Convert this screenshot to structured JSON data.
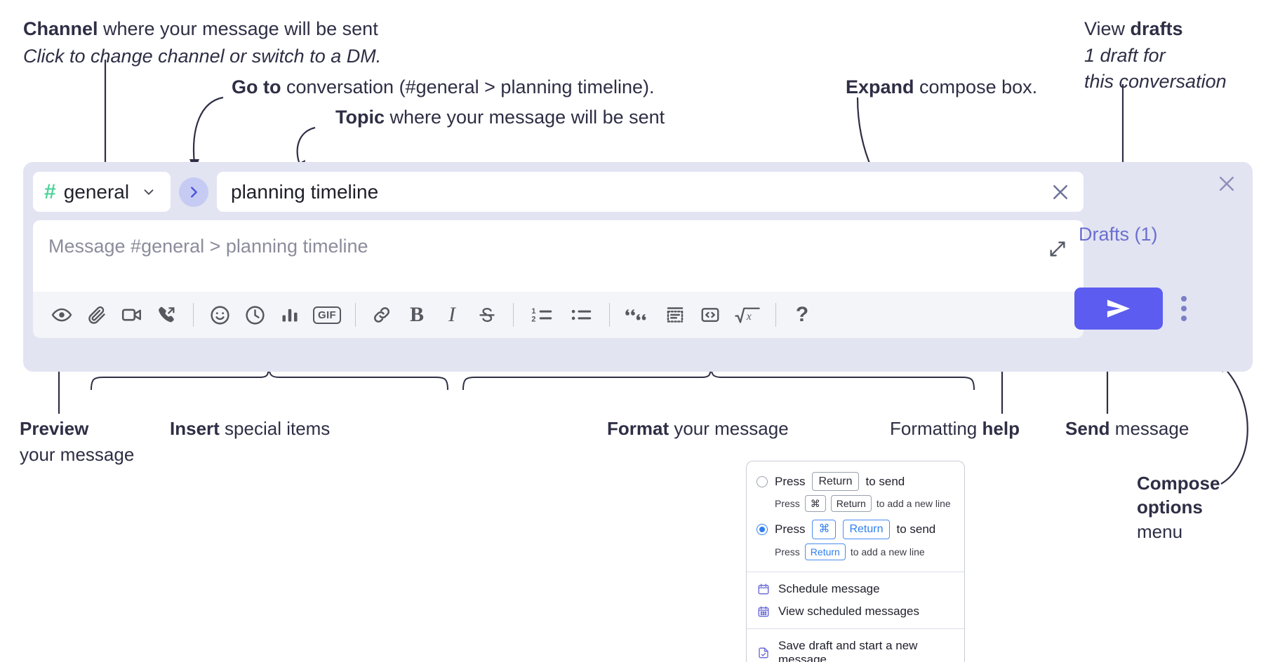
{
  "annotations": {
    "channel": {
      "bold": "Channel",
      "rest": " where your message will be sent",
      "italic": "Click to change channel or switch to a DM."
    },
    "goto": {
      "bold": "Go to",
      "rest": " conversation (#general > planning timeline)."
    },
    "topic": {
      "bold": "Topic",
      "rest": " where your message will be sent"
    },
    "expand": {
      "bold": "Expand",
      "rest": " compose box."
    },
    "drafts": {
      "rest": "View ",
      "bold": "drafts",
      "italic1": "1 draft for",
      "italic2": "this conversation"
    },
    "preview": {
      "bold": "Preview",
      "rest": "your message"
    },
    "insert": {
      "bold": "Insert",
      "rest": " special items"
    },
    "format": {
      "bold": "Format",
      "rest": " your message"
    },
    "help": {
      "rest": "Formatting ",
      "bold": "help"
    },
    "send": {
      "bold": "Send",
      "rest": " message"
    },
    "compose_options": {
      "bold1": "Compose",
      "bold2": "options",
      "rest": "menu"
    }
  },
  "compose": {
    "channel_name": "general",
    "hash_symbol": "#",
    "topic_value": "planning timeline",
    "message_placeholder": "Message #general > planning timeline",
    "drafts_label": "Drafts (1)",
    "toolbar": [
      {
        "name": "preview-icon",
        "label": "Preview"
      },
      {
        "name": "attachment-icon",
        "label": "Attach file"
      },
      {
        "name": "video-icon",
        "label": "Record video clip"
      },
      {
        "name": "huddle-icon",
        "label": "Audio clip"
      },
      {
        "name": "emoji-icon",
        "label": "Emoji"
      },
      {
        "name": "clock-icon",
        "label": "Reminder"
      },
      {
        "name": "poll-icon",
        "label": "Poll"
      },
      {
        "name": "gif-icon",
        "label": "GIF"
      },
      {
        "name": "link-icon",
        "label": "Link"
      },
      {
        "name": "bold-icon",
        "label": "B"
      },
      {
        "name": "italic-icon",
        "label": "I"
      },
      {
        "name": "strikethrough-icon",
        "label": "Strikethrough"
      },
      {
        "name": "ordered-list-icon",
        "label": "Ordered list"
      },
      {
        "name": "bullet-list-icon",
        "label": "Bulleted list"
      },
      {
        "name": "blockquote-icon",
        "label": "Blockquote"
      },
      {
        "name": "code-block-icon",
        "label": "Code block"
      },
      {
        "name": "inline-code-icon",
        "label": "Inline code"
      },
      {
        "name": "math-icon",
        "label": "Math"
      },
      {
        "name": "help-icon",
        "label": "?"
      }
    ],
    "colors": {
      "panel_bg": "#e2e4f2",
      "hash_green": "#4fd39a",
      "goto_circle": "#c6cbf4",
      "send_purple": "#5c5cf0",
      "drafts_purple": "#6b6fcf",
      "menu_icon_purple": "#6e6ed8",
      "radio_blue": "#2f80ed"
    }
  },
  "popup": {
    "options": [
      {
        "selected": false,
        "main": {
          "pre": "Press",
          "key": "Return",
          "post": "to send"
        },
        "sub": {
          "pre": "Press",
          "key1": "⌘",
          "key2": "Return",
          "post": "to add a new line"
        }
      },
      {
        "selected": true,
        "main": {
          "pre": "Press",
          "key1": "⌘",
          "key2": "Return",
          "post": "to send"
        },
        "sub": {
          "pre": "Press",
          "key": "Return",
          "post": "to add a new line"
        }
      }
    ],
    "menu_items": [
      {
        "icon": "calendar-icon",
        "label": "Schedule message"
      },
      {
        "icon": "calendar-grid-icon",
        "label": "View scheduled messages"
      },
      {
        "icon": "save-draft-icon",
        "label": "Save draft and start a new message"
      }
    ]
  }
}
